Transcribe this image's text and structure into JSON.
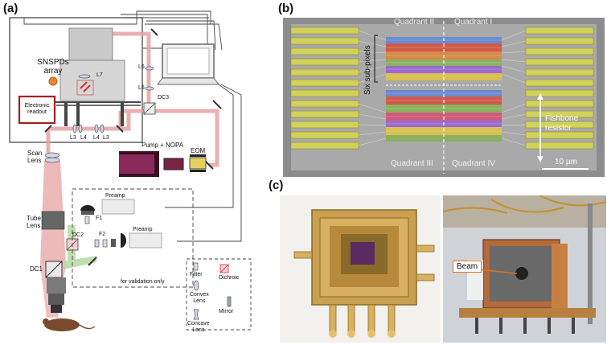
{
  "panels": {
    "a": {
      "label": "(a)",
      "snspds_label": "SNSPDs\narray",
      "electronic_readout": "Electronic\nreadout",
      "lens_labels": {
        "l7": "L7",
        "l6": "L6",
        "l5": "L5",
        "dc3": "DC3",
        "l3a": "L3",
        "l4a": "L4",
        "l4b": "L4",
        "l3b": "L3"
      },
      "pump_nopa": "Pump + NOPA",
      "eom": "EOM",
      "scan_lens": "Scan\nLens",
      "tube_lens": "Tube\nLens",
      "preamp_1": "Preamp",
      "preamp_2": "Preamp",
      "f1": "F1",
      "f2": "F2",
      "dc2": "DC2",
      "dc1": "DC1",
      "validation": "for validation only",
      "legend": {
        "filter": "Filter",
        "dichroic": "Dichroic",
        "convex": "Convex\nLens",
        "mirror": "Mirror",
        "concave": "Concave\nLens"
      }
    },
    "b": {
      "label": "(b)",
      "quadrant_2": "Quadrant II",
      "quadrant_1": "Quadrant I",
      "quadrant_3": "Quadrant III",
      "quadrant_4": "Quadrant IV",
      "six_subpixels": "Six sub-pixels",
      "fishbone": "Fishbone\nresistor",
      "scale": "10 µm"
    },
    "c": {
      "label": "(c)",
      "beam": "Beam"
    }
  }
}
